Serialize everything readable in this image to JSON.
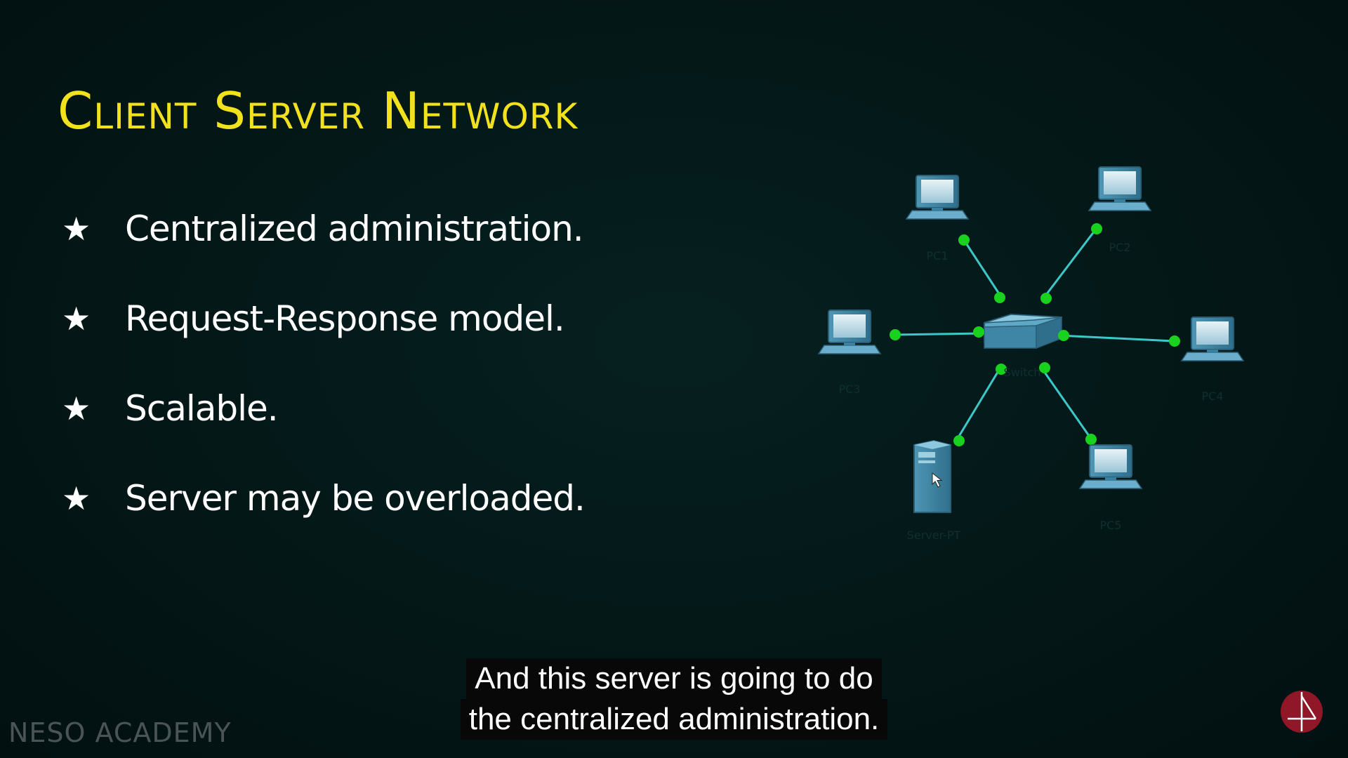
{
  "slide": {
    "title": "Client Server Network",
    "bullets": [
      "Centralized administration.",
      "Request-Response model.",
      "Scalable.",
      "Server may be overloaded."
    ]
  },
  "diagram": {
    "hub": {
      "label": "Switch"
    },
    "devices": [
      {
        "type": "pc",
        "label": "PC1"
      },
      {
        "type": "pc",
        "label": "PC2"
      },
      {
        "type": "pc",
        "label": "PC3"
      },
      {
        "type": "pc",
        "label": "PC4"
      },
      {
        "type": "pc",
        "label": "PC5"
      },
      {
        "type": "server",
        "label": "Server-PT"
      }
    ],
    "colors": {
      "link": "#3cc8c8",
      "port": "#19d21e",
      "device": "#5aa8c8"
    }
  },
  "subtitle": {
    "line1": "And this server is going to do",
    "line2": "the centralized administration."
  },
  "brand": {
    "watermark": "NESO ACADEMY",
    "logo_icon": "neso-logo-icon"
  },
  "colors": {
    "background": "#041616",
    "title": "#f2e21d",
    "text": "#ffffff"
  }
}
